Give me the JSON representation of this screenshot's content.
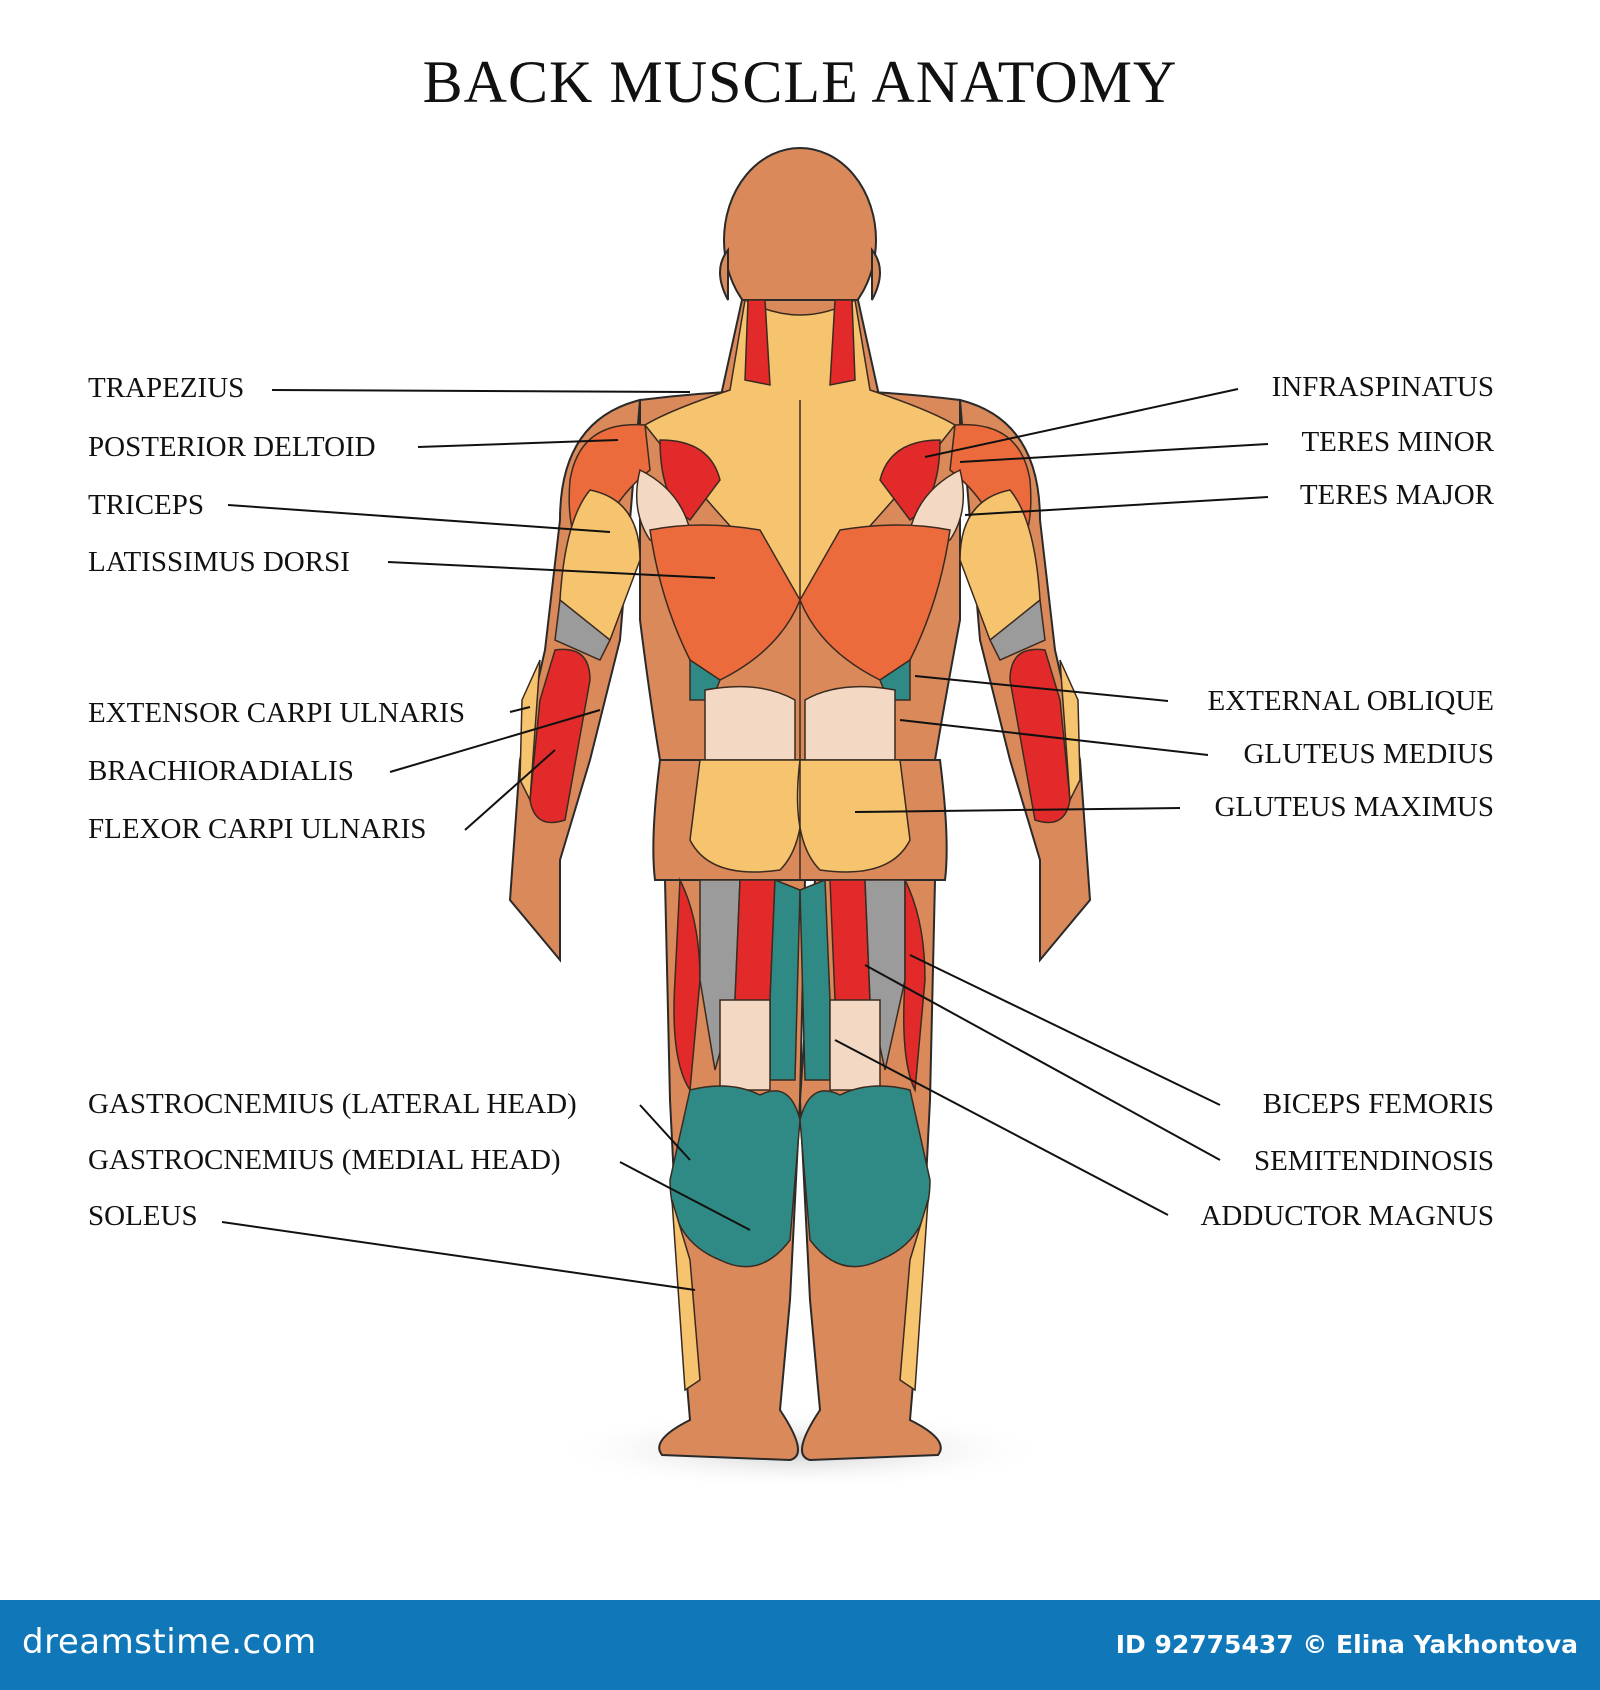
{
  "title": "BACK MUSCLE  ANATOMY",
  "labels_left": [
    "TRAPEZIUS",
    "POSTERIOR DELTOID",
    "TRICEPS",
    "LATISSIMUS DORSI",
    "EXTENSOR CARPI ULNARIS",
    "BRACHIORADIALIS",
    "FLEXOR CARPI ULNARIS",
    "GASTROCNEMIUS (LATERAL HEAD)",
    "GASTROCNEMIUS (MEDIAL HEAD)",
    "SOLEUS"
  ],
  "labels_right": [
    "INFRASPINATUS",
    "TERES MINOR",
    "TERES MAJOR",
    "EXTERNAL OBLIQUE",
    "GLUTEUS MEDIUS",
    "GLUTEUS MAXIMUS",
    "BICEPS FEMORIS",
    "SEMITENDINOSIS",
    "ADDUCTOR MAGNUS"
  ],
  "footer": {
    "brand": "dreamstime.com",
    "credit": "ID 92775437 © Elina Yakhontova"
  },
  "colors": {
    "skin": "#d9895a",
    "yellow_muscle": "#f6c36e",
    "orange_muscle": "#ec6b3c",
    "red_muscle": "#e32a2a",
    "teal_muscle": "#2f8a86",
    "gray_muscle": "#9b9b9b",
    "pale_muscle": "#f3d9c3",
    "footer_blue": "#1077b8"
  }
}
